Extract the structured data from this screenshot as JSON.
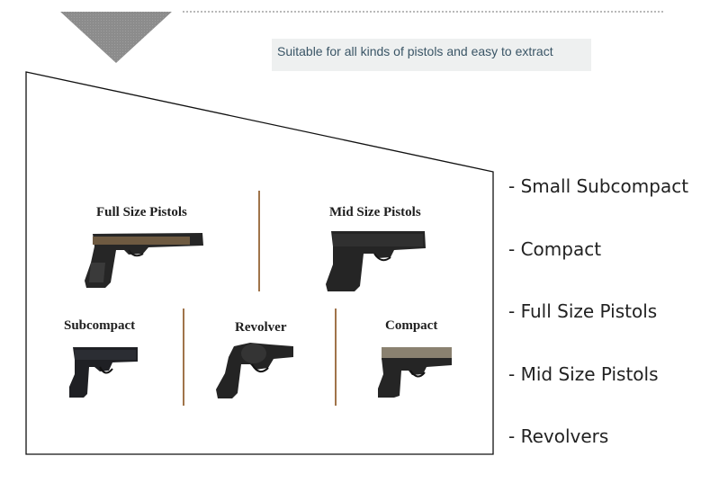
{
  "caption": "Suitable for all kinds of pistols and easy to extract",
  "panel": {
    "labels": {
      "full_size": "Full Size Pistols",
      "mid_size": "Mid Size Pistols",
      "subcompact": "Subcompact",
      "revolver": "Revolver",
      "compact": "Compact"
    }
  },
  "categories": [
    "- Small Subcompact",
    "- Compact",
    "- Full Size Pistols",
    "- Mid Size Pistols",
    "- Revolvers"
  ],
  "colors": {
    "divider": "#a0744a",
    "triangle": "#8c8c8c",
    "caption_bg": "#eef0f0"
  }
}
